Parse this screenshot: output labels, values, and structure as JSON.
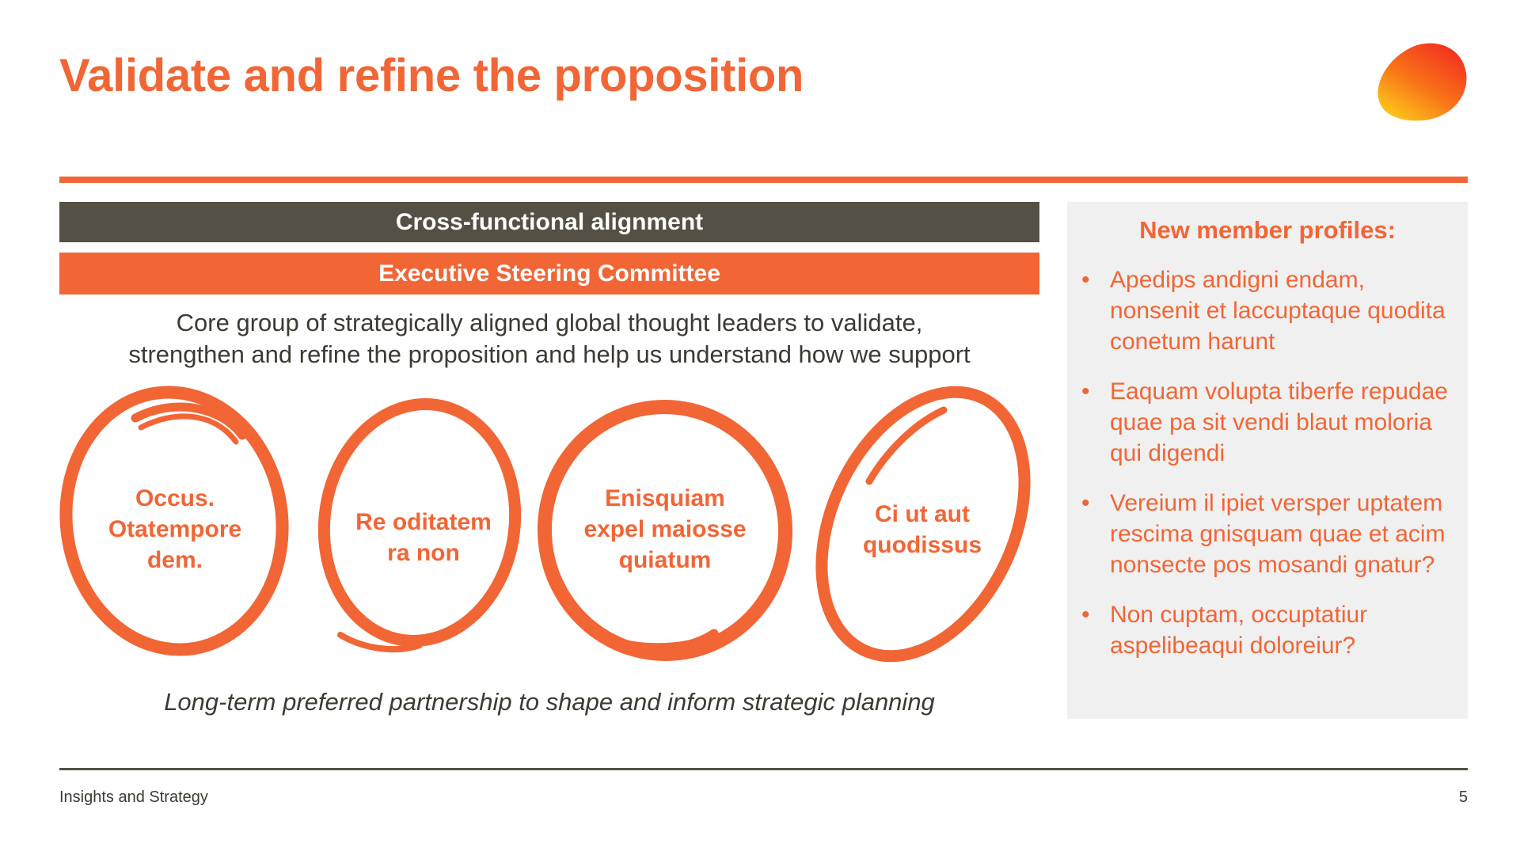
{
  "slide": {
    "title": "Validate and refine the proposition",
    "page_number": "5",
    "footer": "Insights and Strategy"
  },
  "left": {
    "bar_dark_label": "Cross-functional alignment",
    "bar_orange_label": "Executive Steering Committee",
    "description_lines": [
      "Core group of strategically aligned global thought leaders to validate,",
      "strengthen and refine the proposition and help us understand how we support"
    ],
    "circles": [
      {
        "lines": [
          "Occus.",
          "Otatempore",
          "dem."
        ]
      },
      {
        "lines": [
          "Re oditatem",
          "ra non"
        ]
      },
      {
        "lines": [
          "Enisquiam",
          "expel maiosse",
          "quiatum"
        ]
      },
      {
        "lines": [
          "Ci ut aut",
          "quodissus"
        ]
      }
    ],
    "tagline": "Long-term preferred partnership to shape and inform strategic planning"
  },
  "side": {
    "heading": "New member profiles:",
    "bullets": [
      "Apedips andigni endam, nonsenit et laccuptaque quodita conetum harunt",
      "Eaquam volupta tiberfe repudae quae pa sit vendi blaut moloria qui digendi",
      "Vereium il ipiet versper uptatem rescima gnisquam quae et acim nonsecte pos mosandi gnatur?",
      "Non cuptam, occuptatiur aspelibeaqui doloreiur?"
    ],
    "bullet_char": "•"
  },
  "colors": {
    "accent": "#f26535",
    "dark_bar": "#555045",
    "panel_bg": "#f0f0f0",
    "body_text": "#3d3a33"
  },
  "icons": {
    "logo": "orange-gradient-blob-logo"
  }
}
